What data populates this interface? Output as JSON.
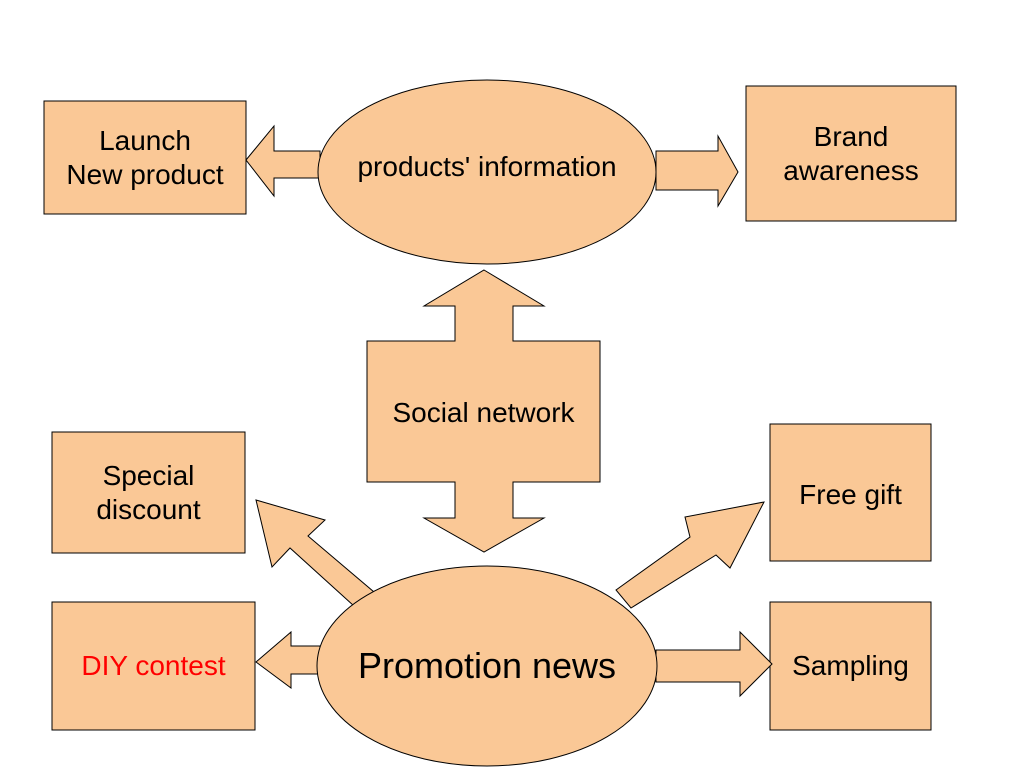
{
  "diagram": {
    "colors": {
      "fill": "#fac896",
      "stroke": "#000000",
      "text": "#000000",
      "highlight_text": "#ff0000"
    },
    "nodes": {
      "products_information": {
        "label": "products' information",
        "shape": "ellipse"
      },
      "launch_new_product": {
        "line1": "Launch",
        "line2": "New product",
        "shape": "box"
      },
      "brand_awareness": {
        "line1": "Brand",
        "line2": "awareness",
        "shape": "box"
      },
      "social_network": {
        "label": "Social network",
        "shape": "double-arrow"
      },
      "special_discount": {
        "line1": "Special",
        "line2": "discount",
        "shape": "box"
      },
      "free_gift": {
        "label": "Free gift",
        "shape": "box"
      },
      "promotion_news": {
        "label": "Promotion news",
        "shape": "ellipse"
      },
      "diy_contest": {
        "label": "DIY contest",
        "shape": "box",
        "text_color": "#ff0000"
      },
      "sampling": {
        "label": "Sampling",
        "shape": "box"
      }
    },
    "connections": [
      {
        "from": "products' information",
        "to": "Launch New product"
      },
      {
        "from": "products' information",
        "to": "Brand awareness"
      },
      {
        "from": "Social network",
        "to": "products' information"
      },
      {
        "from": "Social network",
        "to": "Promotion news"
      },
      {
        "from": "Promotion news",
        "to": "Special discount"
      },
      {
        "from": "Promotion news",
        "to": "Free gift"
      },
      {
        "from": "Promotion news",
        "to": "DIY contest"
      },
      {
        "from": "Promotion news",
        "to": "Sampling"
      }
    ]
  }
}
